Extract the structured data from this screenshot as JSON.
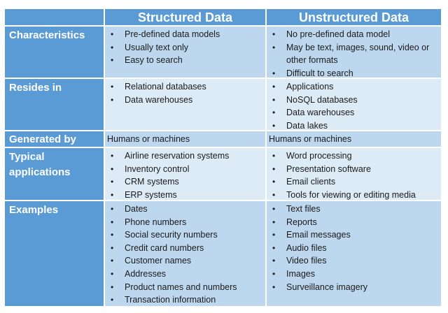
{
  "table": {
    "headers": [
      "",
      "Structured Data",
      "Unstructured Data"
    ],
    "colors": {
      "header_bg": "#5b9bd5",
      "label_bg": "#5b9bd5",
      "row_dark": "#bdd7ee",
      "row_light": "#ddebf7",
      "header_text": "#ffffff"
    },
    "rows": [
      {
        "label": "Characteristics",
        "structured": [
          "Pre-defined data models",
          "Usually text only",
          "Easy to search"
        ],
        "unstructured": [
          "No pre-defined data model",
          "May be text, images, sound, video or other formats",
          "Difficult to search"
        ]
      },
      {
        "label": "Resides in",
        "structured": [
          "Relational databases",
          "Data warehouses"
        ],
        "unstructured": [
          "Applications",
          "NoSQL databases",
          "Data warehouses",
          "Data lakes"
        ]
      },
      {
        "label": "Generated by",
        "structured_text": "Humans or machines",
        "unstructured_text": "Humans or machines"
      },
      {
        "label": "Typical applications",
        "structured": [
          "Airline reservation systems",
          "Inventory control",
          "CRM systems",
          "ERP systems"
        ],
        "unstructured": [
          "Word processing",
          "Presentation software",
          "Email clients",
          "Tools for viewing or editing media"
        ]
      },
      {
        "label": "Examples",
        "structured": [
          "Dates",
          "Phone numbers",
          "Social security numbers",
          "Credit card numbers",
          "Customer names",
          "Addresses",
          "Product names and numbers",
          "Transaction information"
        ],
        "unstructured": [
          "Text files",
          "Reports",
          "Email messages",
          "Audio files",
          "Video files",
          "Images",
          "Surveillance imagery"
        ]
      }
    ]
  }
}
